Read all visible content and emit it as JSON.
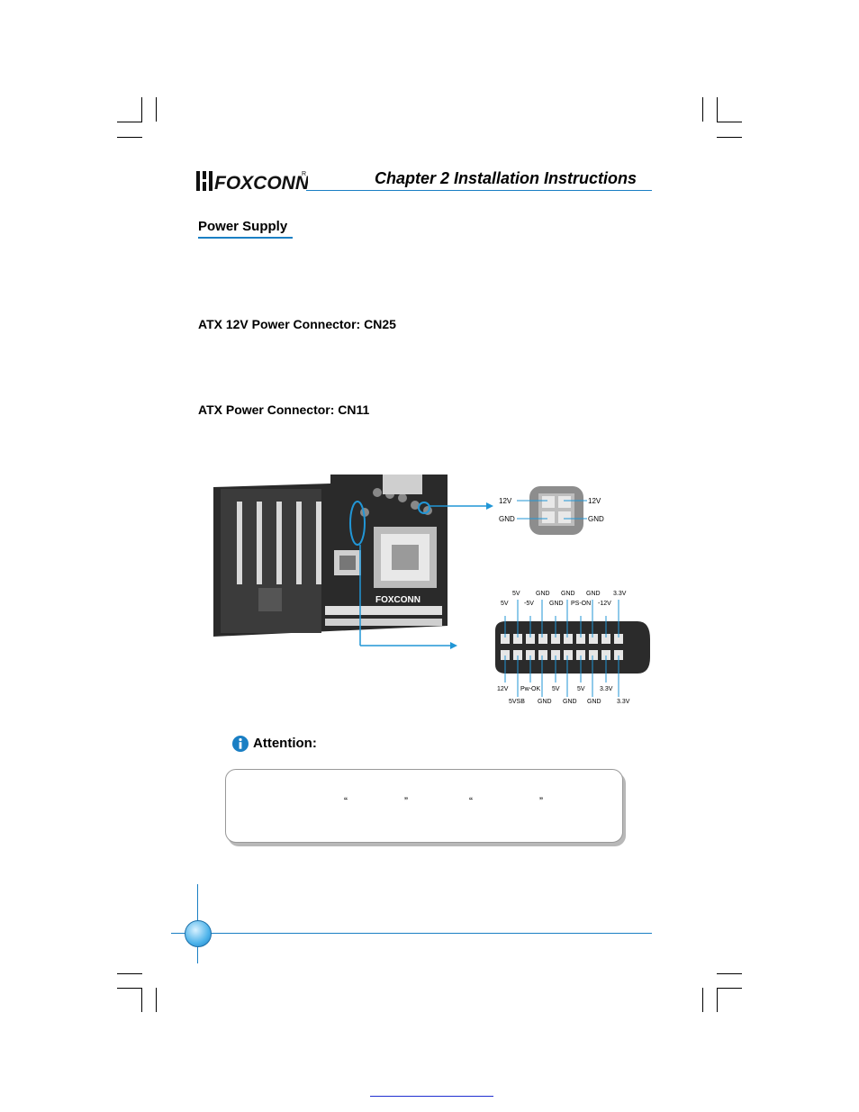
{
  "header": {
    "brand": "FOXCONN",
    "chapter_title": "Chapter 2   Installation Instructions"
  },
  "page": {
    "section_title": "Power Supply",
    "sub1": "ATX 12V Power Connector: CN25",
    "sub2": "ATX Power Connector: CN11"
  },
  "atx12v_connector": {
    "labels": [
      "12V",
      "GND",
      "12V",
      "GND"
    ]
  },
  "atx_connector": {
    "top_row_upper": [
      "5V",
      "GND",
      "GND",
      "GND",
      "3.3V"
    ],
    "top_row_lower": [
      "5V",
      "-5V",
      "GND",
      "PS-ON",
      "-12V"
    ],
    "bottom_row_upper": [
      "12V",
      "Pw-OK",
      "5V",
      "5V",
      "3.3V"
    ],
    "bottom_row_lower": [
      "5VSB",
      "GND",
      "GND",
      "GND",
      "3.3V"
    ]
  },
  "attention": {
    "label": "Attention:",
    "quote_open": "“",
    "quote_close": "”"
  },
  "colors": {
    "accent": "#1a7fc4",
    "connector_line": "#2196d6"
  }
}
